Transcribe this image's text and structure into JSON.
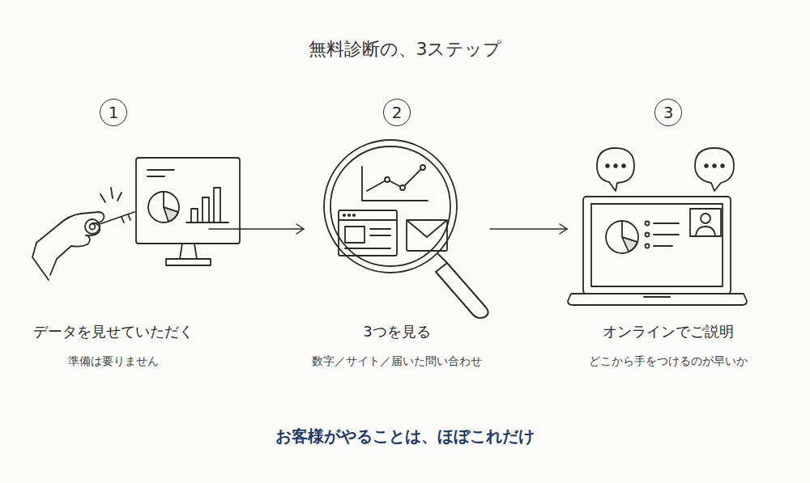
{
  "diagram": {
    "title": "無料診断の、3ステップ",
    "caption": "お客様がやることは、ほぼこれだけ",
    "nodes": [
      {
        "text": [
          "1",
          "データを見せていただく",
          "準備は要りません"
        ]
      },
      {
        "text": [
          "2",
          "3つを見る",
          "数字／サイト／届いた問い合わせ"
        ]
      },
      {
        "text": [
          "3",
          "オンラインでご説明",
          "どこから手をつけるのが早いか"
        ]
      }
    ],
    "edges": [
      {
        "from": 0,
        "to": 1,
        "arrow": "to"
      },
      {
        "from": 1,
        "to": 2,
        "arrow": "to"
      }
    ]
  }
}
